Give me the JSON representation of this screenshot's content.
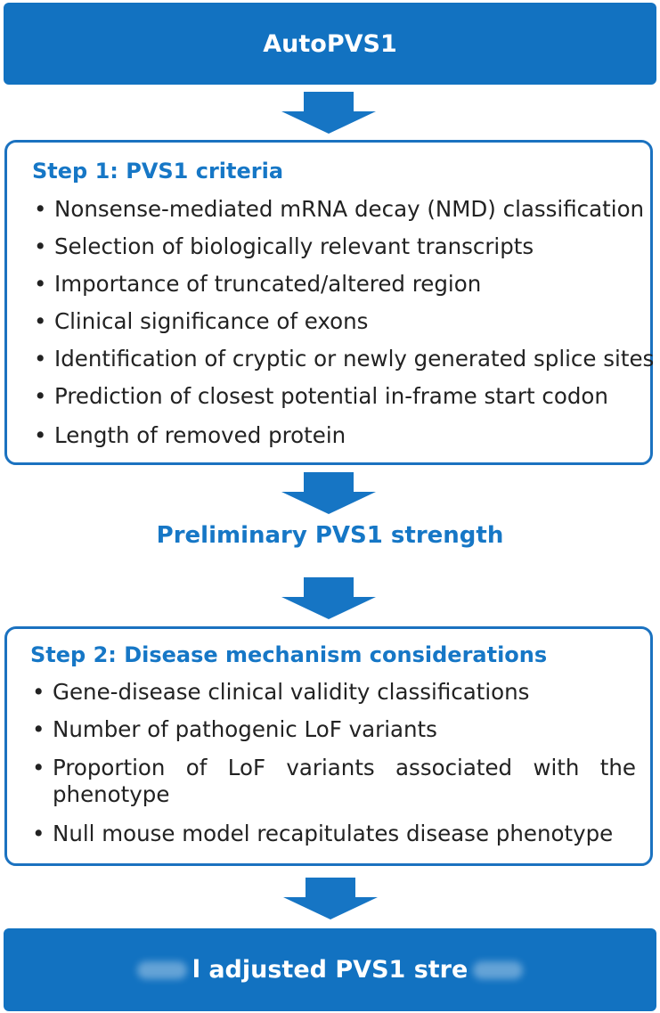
{
  "top_banner": {
    "title": "AutoPVS1"
  },
  "step1": {
    "title": "Step 1: PVS1 criteria",
    "items": [
      "Nonsense-mediated mRNA decay (NMD) classification",
      "Selection of biologically relevant transcripts",
      "Importance of truncated/altered region",
      "Clinical significance of exons",
      "Identification of cryptic or newly generated splice sites",
      "Prediction of closest potential in-frame start codon",
      "Length of removed protein"
    ]
  },
  "middle": {
    "label": "Preliminary PVS1 strength"
  },
  "step2": {
    "title": "Step 2: Disease mechanism considerations",
    "items": [
      "Gene-disease clinical validity classifications",
      "Number of pathogenic LoF variants",
      "Proportion of LoF variants associated with the phenotype",
      "Null mouse model recapitulates disease phenotype"
    ]
  },
  "bottom_banner": {
    "title": "l adjusted PVS1 stre"
  },
  "colors": {
    "banner_blue": "#1272c1",
    "heading_blue": "#1677c6",
    "border_blue": "#1b72c0",
    "arrow_blue": "#1675c4",
    "text": "#222222"
  },
  "icons": [
    "down-arrow-icon"
  ]
}
